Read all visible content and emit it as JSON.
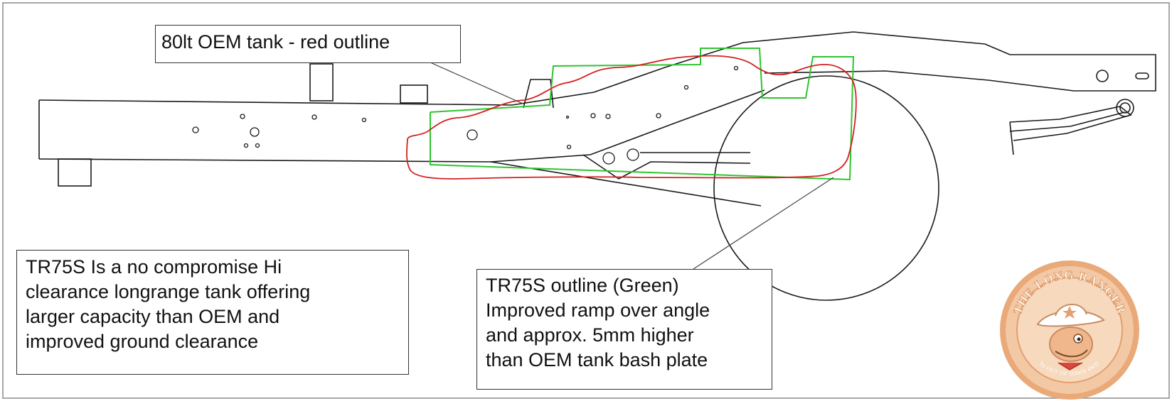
{
  "labels": {
    "oem_tank": "80lt OEM tank - red outline",
    "tr75s_description": [
      "TR75S  Is a no compromise Hi",
      "clearance longrange tank offering",
      "larger capacity than OEM and",
      "improved ground clearance"
    ],
    "tr75s_outline": [
      "TR75S  outline (Green)",
      "Improved ramp over angle",
      "and approx. 5mm higher",
      "than OEM tank bash plate"
    ]
  },
  "logo": {
    "arc_text": "THE LONG RANGER",
    "bottom_text": "by OUT OF TOWN 4WD"
  },
  "colors": {
    "oem_outline": "#d42020",
    "tr75s_outline": "#2fc52f",
    "frame_lines": "#1a1a1a",
    "logo_ring": "#e9a978"
  }
}
